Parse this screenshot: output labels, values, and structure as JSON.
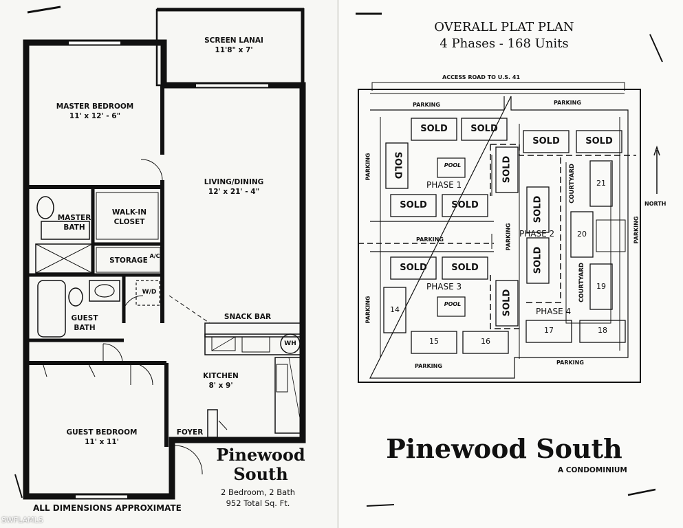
{
  "floorplan": {
    "rooms": {
      "screen_lanai": {
        "name": "SCREEN LANAI",
        "dims": "11'8\" x 7'"
      },
      "master_bedroom": {
        "name": "MASTER BEDROOM",
        "dims": "11' x 12' - 6\""
      },
      "living_dining": {
        "name": "LIVING/DINING",
        "dims": "12' x 21' - 4\""
      },
      "master_bath": {
        "name": "MASTER BATH"
      },
      "walk_in_closet": {
        "name": "WALK-IN CLOSET"
      },
      "storage": {
        "name": "STORAGE"
      },
      "ac": {
        "name": "A/C"
      },
      "wd": {
        "name": "W/D"
      },
      "guest_bath": {
        "name": "GUEST BATH"
      },
      "snack_bar": {
        "name": "SNACK BAR"
      },
      "wh": {
        "name": "WH"
      },
      "kitchen": {
        "name": "KITCHEN",
        "dims": "8' x 9'"
      },
      "foyer": {
        "name": "FOYER"
      },
      "guest_bedroom": {
        "name": "GUEST BEDROOM",
        "dims": "11' x 11'"
      }
    },
    "brand_line1": "Pinewood",
    "brand_line2": "South",
    "spec_line1": "2 Bedroom, 2 Bath",
    "spec_line2": "952 Total Sq. Ft.",
    "footnote": "ALL DIMENSIONS APPROXIMATE",
    "watermark": "SWFLAMLS"
  },
  "plat": {
    "title": "OVERALL PLAT PLAN",
    "subtitle": "4 Phases - 168 Units",
    "access_road": "ACCESS ROAD TO U.S. 41",
    "parking": "PARKING",
    "north": "NORTH",
    "courtyard": "COURTYARD",
    "pool": "POOL",
    "sold": "SOLD",
    "phases": [
      "PHASE 1",
      "PHASE 2",
      "PHASE 3",
      "PHASE 4"
    ],
    "buildings": [
      "14",
      "15",
      "16",
      "17",
      "18",
      "19",
      "20",
      "21"
    ],
    "brand": "Pinewood South",
    "brand_sub": "A CONDOMINIUM"
  },
  "colors": {
    "ink": "#111111",
    "paper": "#fafaf8"
  }
}
